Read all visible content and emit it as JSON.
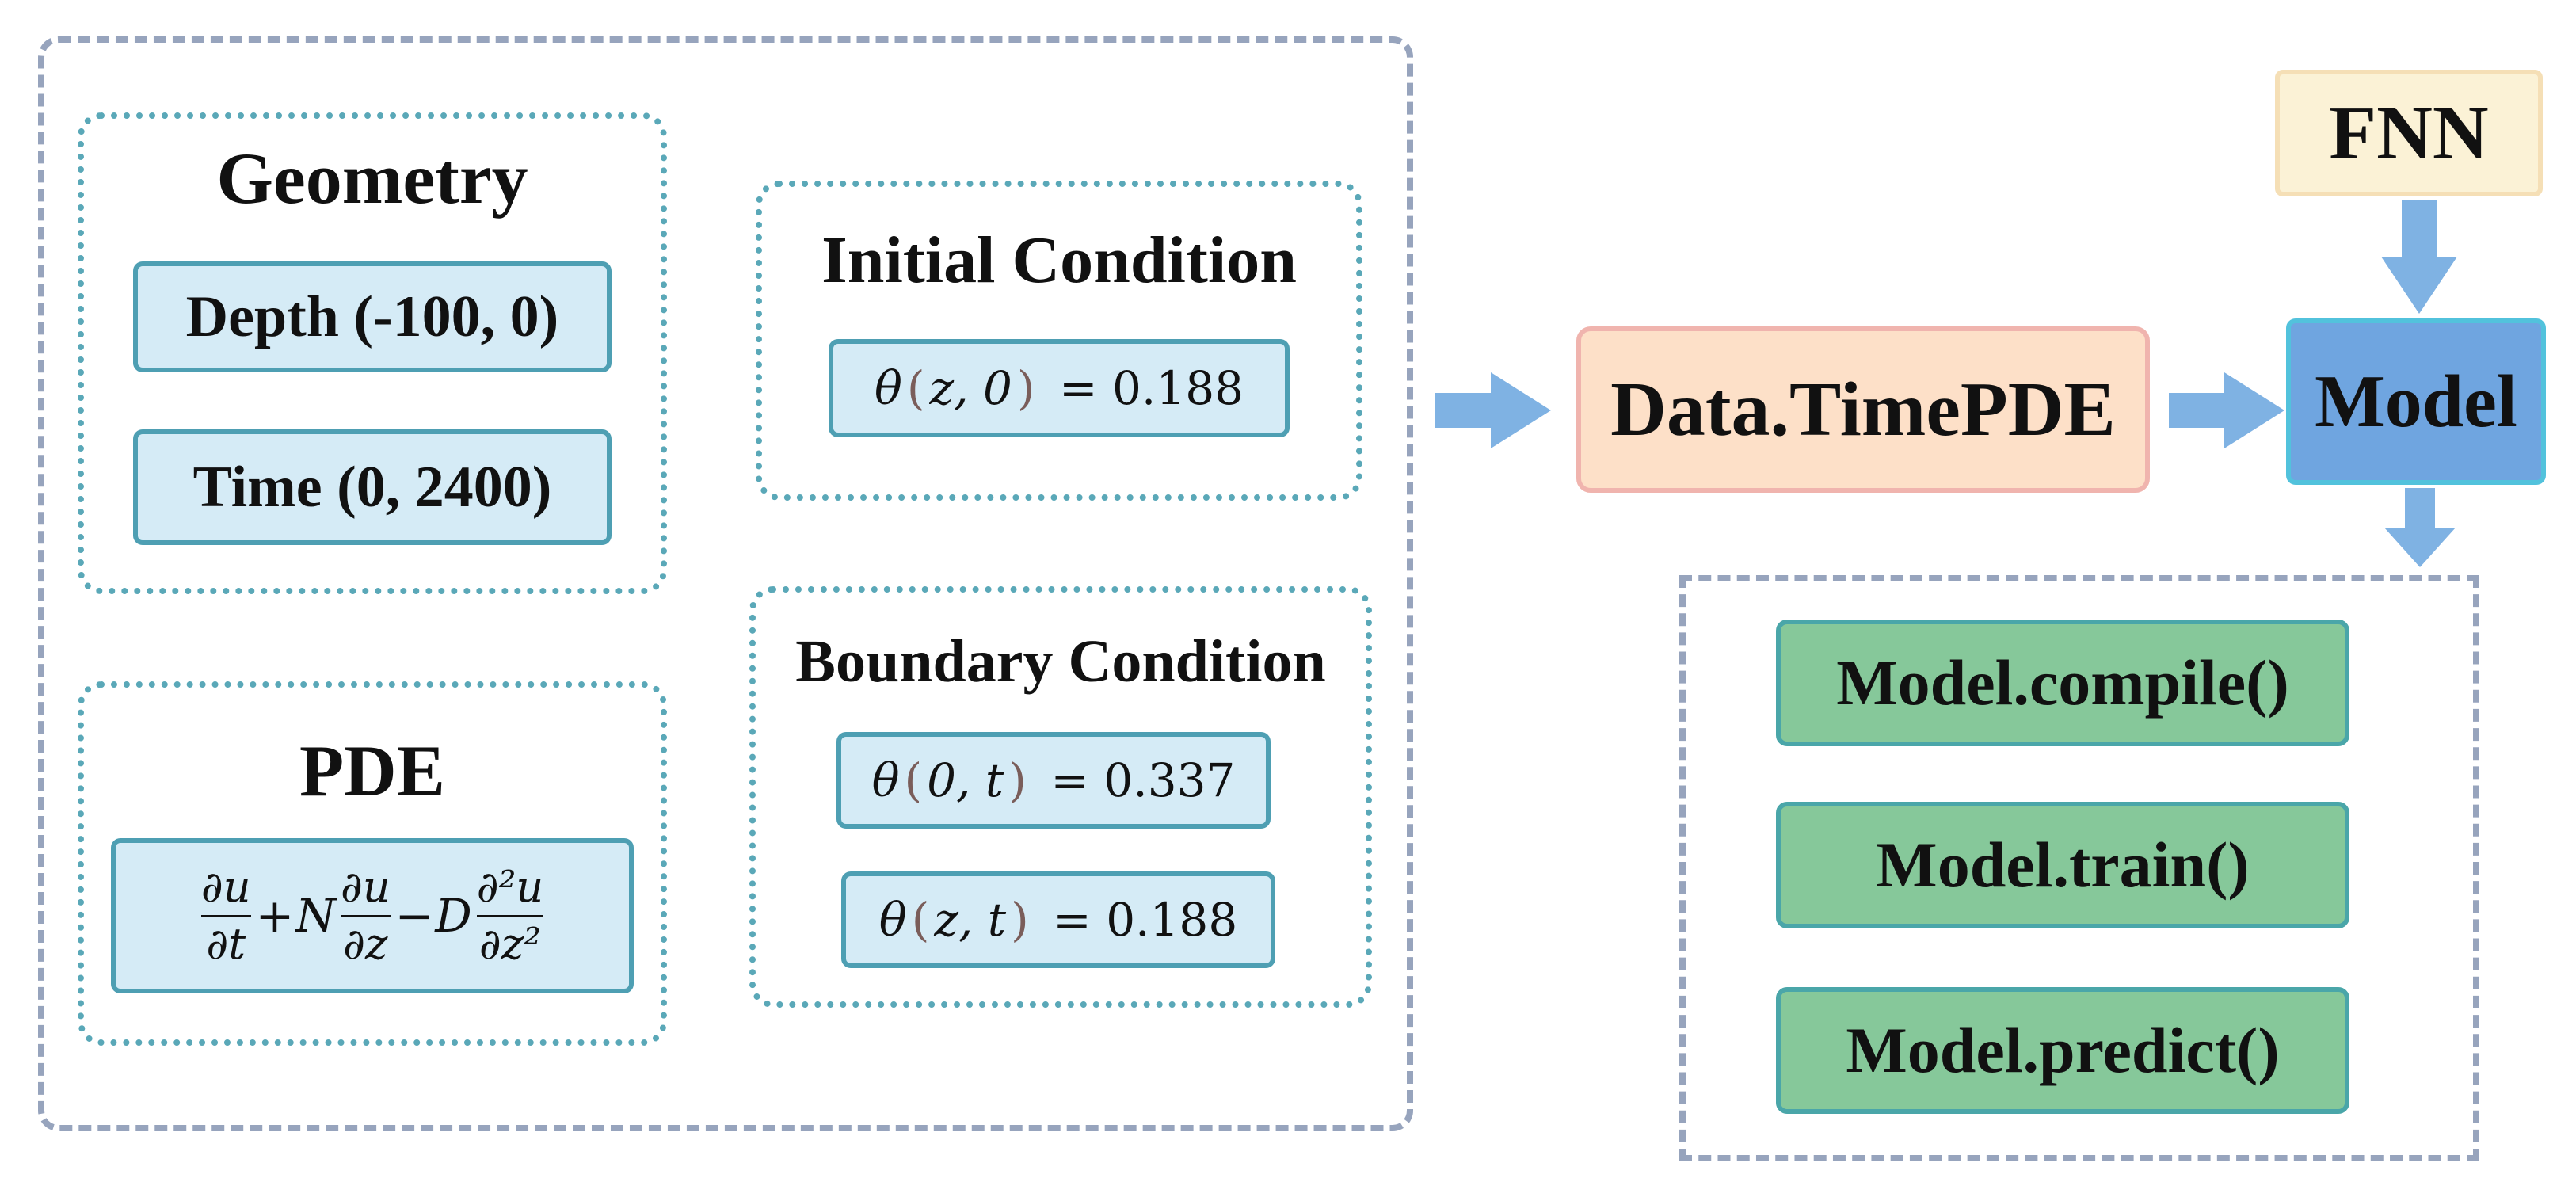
{
  "geometry": {
    "title": "Geometry",
    "depth": "Depth (-100, 0)",
    "time": "Time (0, 2400)"
  },
  "initial_condition": {
    "title": "Initial Condition",
    "theta": "θ",
    "args": "z, 0",
    "value": "= 0.188"
  },
  "boundary_condition": {
    "title": "Boundary Condition",
    "eq1": {
      "theta": "θ",
      "args": "0, t",
      "value": "= 0.337"
    },
    "eq2": {
      "theta": "θ",
      "args": "z, t",
      "value": "= 0.188"
    }
  },
  "pde": {
    "title": "PDE",
    "t1_num": "∂u",
    "t1_den": "∂t",
    "plus": "+",
    "N": "N",
    "t2_num": "∂u",
    "t2_den": "∂z",
    "minus": "−",
    "D": "D",
    "t3_num": "∂²u",
    "t3_den": "∂z²"
  },
  "data_timepde": "Data.TimePDE",
  "fnn": "FNN",
  "model": "Model",
  "methods": [
    "Model.compile()",
    "Model.train()",
    "Model.predict()"
  ],
  "colors": {
    "dashed_border": "#97a4bd",
    "dotted_border": "#5aa8b8",
    "pill_fill": "#d5ebf6",
    "data_fill": "#fde0c8",
    "fnn_fill": "#fbf2d6",
    "model_fill": "#6fa5e0",
    "method_fill": "#86c89a",
    "arrow": "#7fb2e3"
  }
}
